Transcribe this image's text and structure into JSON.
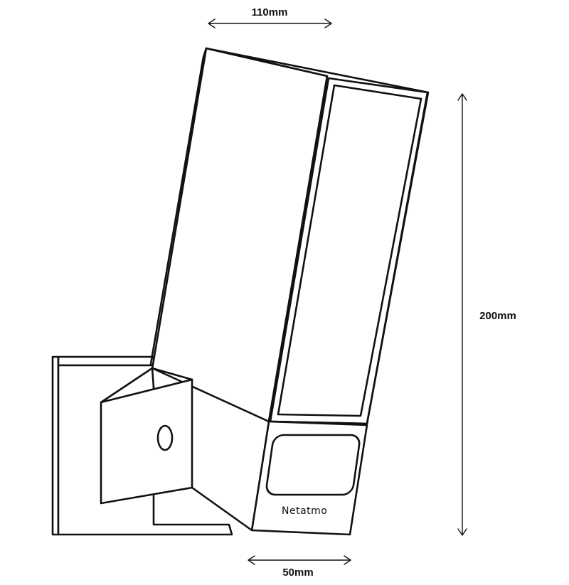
{
  "diagram": {
    "dimensions": {
      "width_top": "110mm",
      "height": "200mm",
      "width_bottom": "50mm"
    },
    "brand": "Netatmo",
    "colors": {
      "line": "#111111",
      "background": "#ffffff"
    }
  }
}
